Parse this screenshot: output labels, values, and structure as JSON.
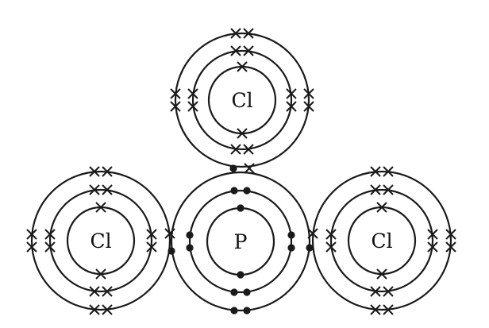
{
  "diagram": {
    "colors": {
      "ink": "#1a1a1a",
      "background": "#ffffff"
    },
    "atoms": [
      {
        "id": "cl-top",
        "symbol": "Cl",
        "shells": 3
      },
      {
        "id": "cl-left",
        "symbol": "Cl",
        "shells": 3
      },
      {
        "id": "p-center",
        "symbol": "P",
        "shells": 3
      },
      {
        "id": "cl-right",
        "symbol": "Cl",
        "shells": 3
      }
    ],
    "electron_symbols": {
      "chlorine": "cross",
      "phosphorus": "dot"
    }
  }
}
